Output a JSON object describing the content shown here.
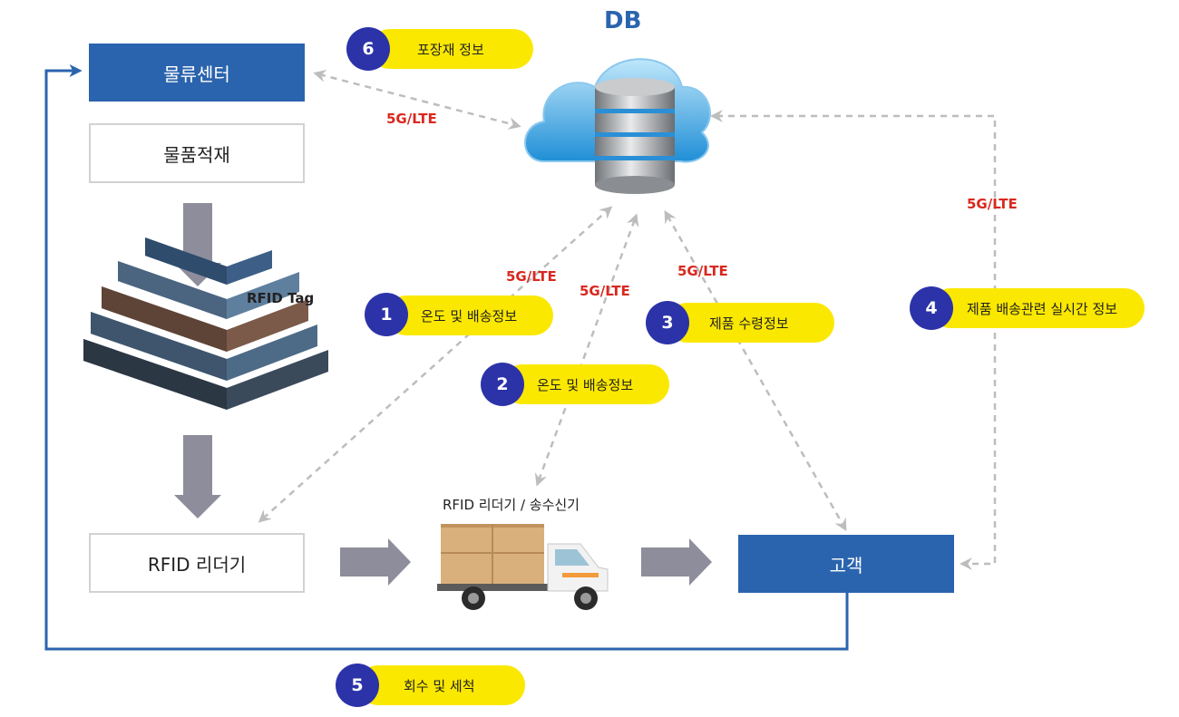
{
  "db": {
    "title": "DB"
  },
  "boxes": {
    "logistics_center": "물류센터",
    "loading": "물품적재",
    "rfid_reader": "RFID 리더기",
    "customer": "고객"
  },
  "labels": {
    "rfid_tag": "RFID Tag",
    "rfid_transmitter": "RFID 리더기 / 송수신기"
  },
  "network": {
    "top_left": "5G/LTE",
    "right": "5G/LTE",
    "mid_1": "5G/LTE",
    "mid_2": "5G/LTE",
    "mid_3": "5G/LTE"
  },
  "steps": [
    {
      "num": "1",
      "text": "온도 및 배송정보"
    },
    {
      "num": "2",
      "text": "온도 및 배송정보"
    },
    {
      "num": "3",
      "text": "제품 수령정보"
    },
    {
      "num": "4",
      "text": "제품 배송관련 실시간 정보"
    },
    {
      "num": "5",
      "text": "회수 및 세척"
    },
    {
      "num": "6",
      "text": "포장재 정보"
    }
  ],
  "colors": {
    "box_blue": "#2b64ae",
    "pill_yellow": "#fbe800",
    "number_circle": "#2c33a8",
    "network_text": "#d9281f",
    "flow_arrow": "#8e8d9b",
    "dashed_line": "#bdbdbd"
  }
}
